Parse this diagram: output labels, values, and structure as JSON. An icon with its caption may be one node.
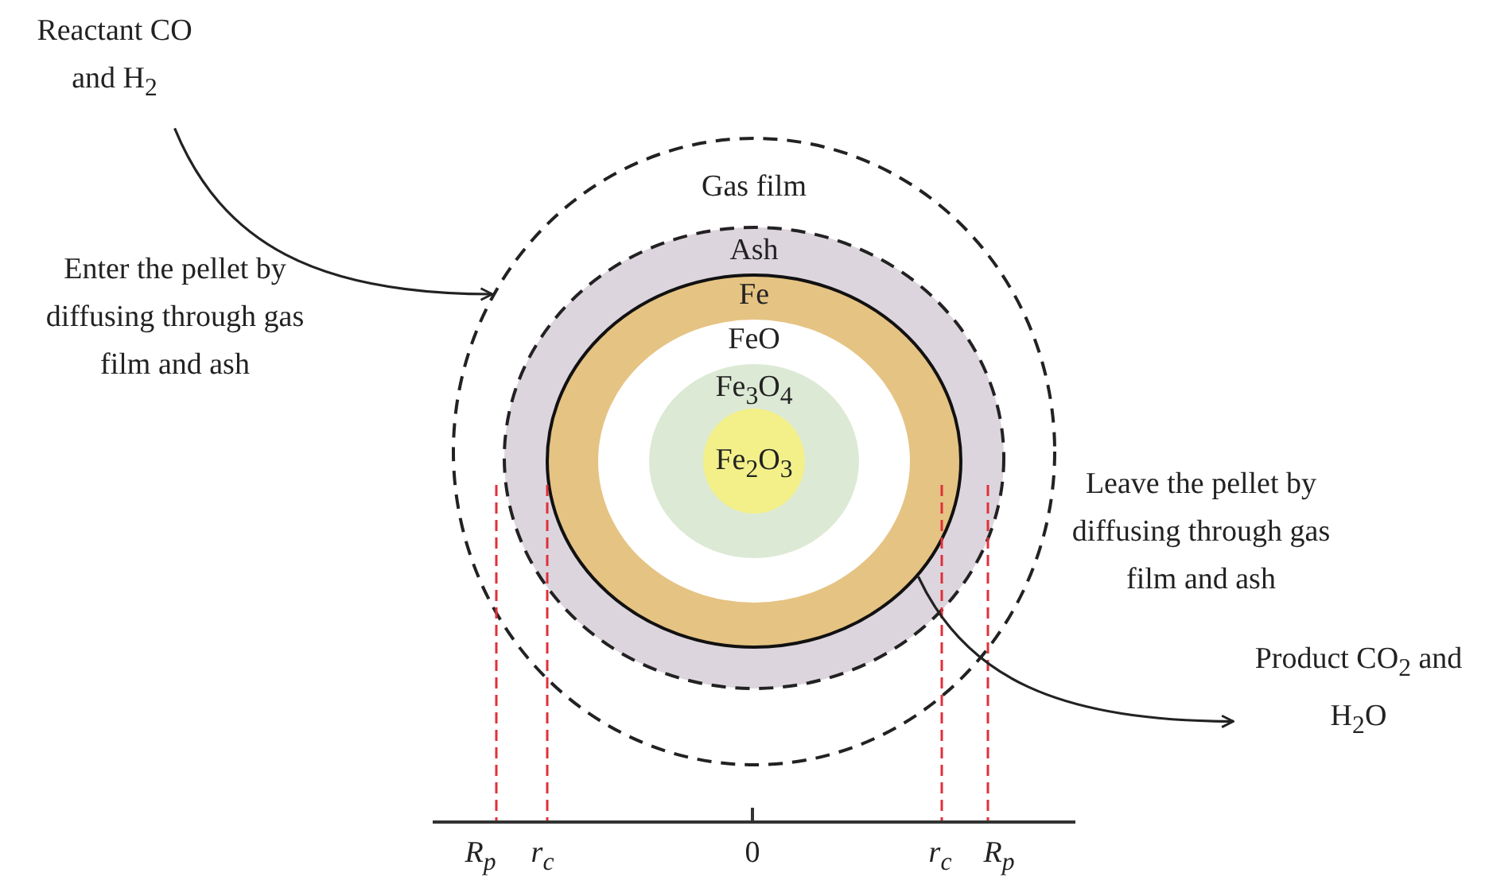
{
  "diagram": {
    "nodes": [
      {
        "text": [
          "Reactant CO and H$_{2}$"
        ]
      },
      {
        "text": [
          "Gas film"
        ]
      },
      {
        "text": [
          "Ash"
        ],
        "in": 1
      },
      {
        "text": [
          "Fe"
        ],
        "in": 2
      },
      {
        "text": [
          "FeO"
        ],
        "in": 3
      },
      {
        "text": [
          "Fe$_{3}$O$_{4}$"
        ],
        "in": 4
      },
      {
        "text": [
          "Fe$_{2}$O$_{3}$"
        ],
        "in": 5
      },
      {
        "text": [
          "Product CO$_{2}$ and H$_{2}$O"
        ]
      }
    ],
    "edges": [
      {
        "from": 0,
        "to": 1,
        "arrow": "to"
      },
      {
        "from": 3,
        "to": 7,
        "arrow": "to"
      }
    ],
    "labels": [
      "Enter the pellet by diffusing through gas film and ash",
      "Leave the pellet by diffusing through gas film and ash",
      "R$_{p}$",
      "r$_{c}$",
      "0",
      "r$_{c}$",
      "R$_{p}$"
    ]
  }
}
